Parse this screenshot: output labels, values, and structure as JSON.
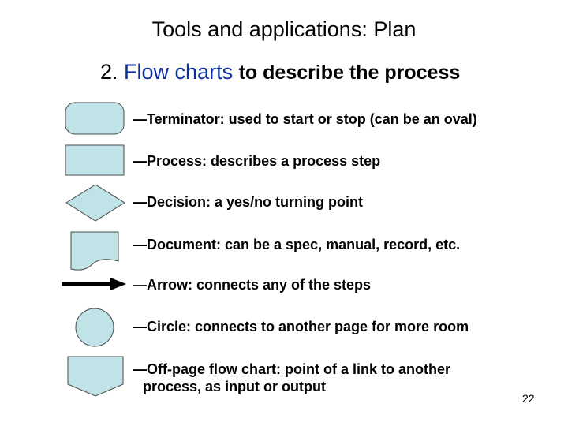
{
  "slide": {
    "title": "Tools and applications: Plan",
    "subtitle_number": "2.",
    "subtitle_accent": "Flow charts",
    "subtitle_rest": "to describe the process",
    "page_number": "22"
  },
  "items": [
    {
      "shape": "terminator",
      "text": "—Terminator: used to start or stop (can be an oval)"
    },
    {
      "shape": "process",
      "text": "—Process: describes a process step"
    },
    {
      "shape": "decision",
      "text": "—Decision: a yes/no turning point"
    },
    {
      "shape": "document",
      "text": "—Document: can be a spec, manual, record, etc."
    },
    {
      "shape": "arrow",
      "text": "—Arrow: connects any of the steps"
    },
    {
      "shape": "circle",
      "text": "—Circle: connects to another page for more room"
    },
    {
      "shape": "off-page",
      "text": "—Off-page flow chart: point of a link to another",
      "text2": "process, as input or output"
    }
  ],
  "colors": {
    "shape_fill": "#bfe3e6",
    "shape_stroke": "#4a4a4a",
    "accent": "#0b2fa3"
  }
}
